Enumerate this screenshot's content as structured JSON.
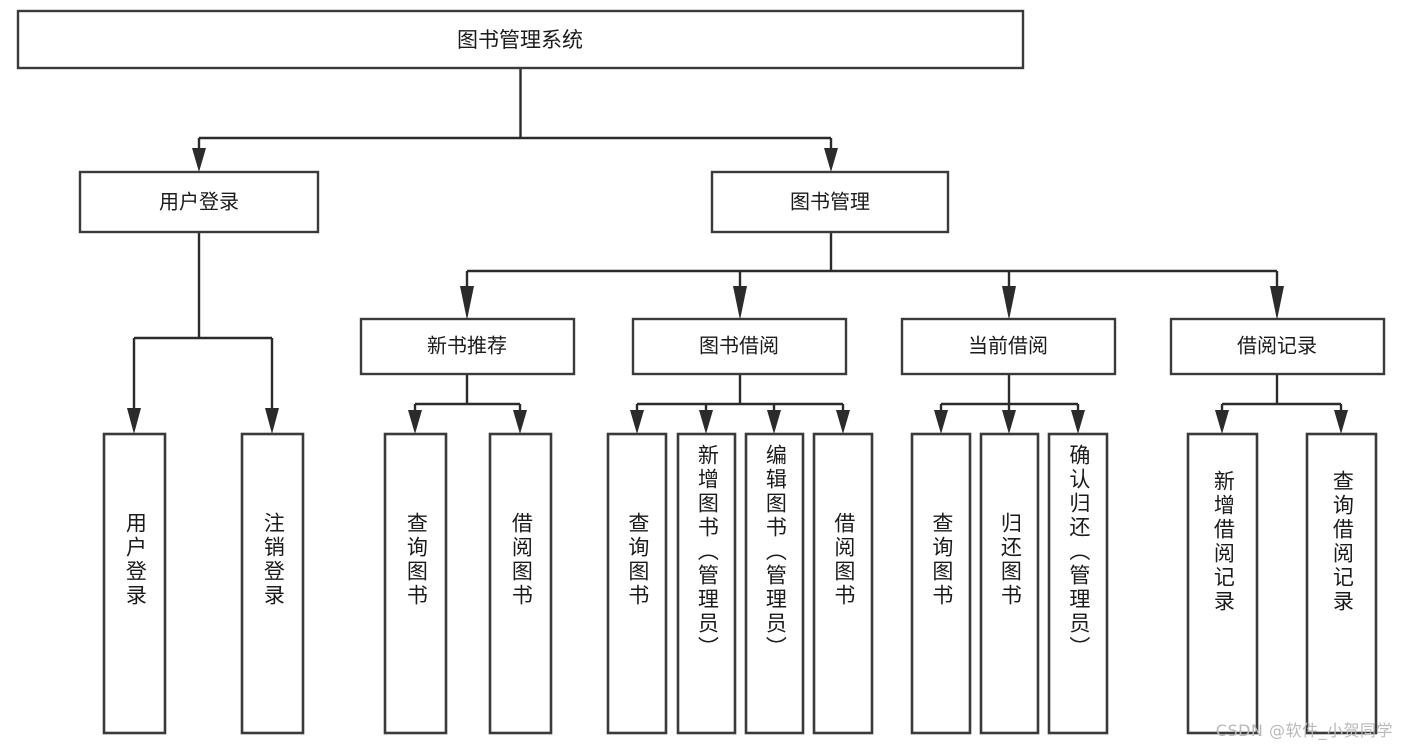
{
  "diagram": {
    "type": "tree",
    "title": "图书管理系统",
    "watermark": "CSDN @软件_小贺同学",
    "colors": {
      "background": "#ffffff",
      "box_stroke": "#3a3a3a",
      "edge_stroke": "#2b2b2b",
      "text": "#1b1b1b",
      "watermark_text": "#b9b9b9"
    },
    "root": {
      "label": "图书管理系统"
    },
    "level1": [
      {
        "label": "用户登录"
      },
      {
        "label": "图书管理"
      }
    ],
    "level2": [
      {
        "label": "新书推荐"
      },
      {
        "label": "图书借阅"
      },
      {
        "label": "当前借阅"
      },
      {
        "label": "借阅记录"
      }
    ],
    "leaves": {
      "user_login": [
        {
          "label": "用户登录"
        },
        {
          "label": "注销登录"
        }
      ],
      "new_book_recommend": [
        {
          "label": "查询图书"
        },
        {
          "label": "借阅图书"
        }
      ],
      "book_borrow": [
        {
          "label": "查询图书"
        },
        {
          "label": "新增图书（管理员）"
        },
        {
          "label": "编辑图书（管理员）"
        },
        {
          "label": "借阅图书"
        }
      ],
      "current_borrow": [
        {
          "label": "查询图书"
        },
        {
          "label": "归还图书"
        },
        {
          "label": "确认归还（管理员）"
        }
      ],
      "borrow_record": [
        {
          "label": "新增借阅记录"
        },
        {
          "label": "查询借阅记录"
        }
      ]
    }
  }
}
